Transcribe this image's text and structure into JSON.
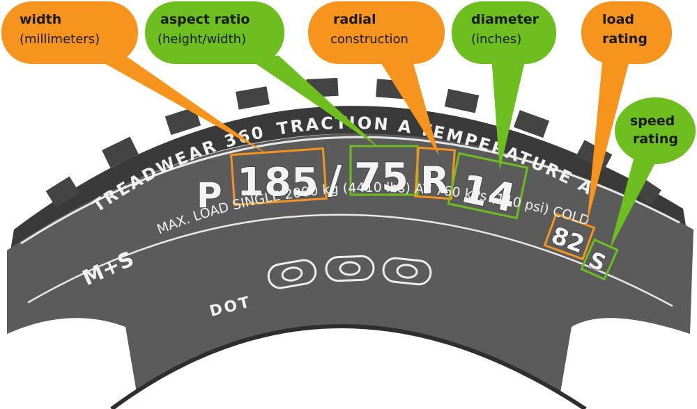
{
  "callouts": {
    "width": {
      "title": "width",
      "sub": "(millimeters)",
      "color": "#f7941d"
    },
    "aspect": {
      "title": "aspect ratio",
      "sub": "(height/width)",
      "color": "#6cbf1f"
    },
    "radial": {
      "title": "radial",
      "sub": "construction",
      "color": "#f7941d"
    },
    "diameter": {
      "title": "diameter",
      "sub": "(inches)",
      "color": "#6cbf1f"
    },
    "load": {
      "title": "load",
      "sub": "rating",
      "color": "#f7941d"
    },
    "speed": {
      "title": "speed",
      "sub": "rating",
      "color": "#6cbf1f"
    }
  },
  "tire": {
    "treadwear": "TREADWEAR 360",
    "traction": "TRACTION A",
    "temperature": "TEMPERATURE A",
    "size_prefix": "P",
    "width": "185",
    "slash": "/",
    "aspect": "75",
    "construction": "R",
    "diameter": "14",
    "load_index": "82",
    "speed_symbol": "S",
    "ms": "M+S",
    "max_load": "MAX. LOAD SINGLE  2000  kg  (4410 lbs)  AT 760 kPs  (110 psi) COLD",
    "dot": "DOT"
  },
  "colors": {
    "orange": "#f7941d",
    "green": "#6cbf1f",
    "tire": "#5a5a5a",
    "tire_dark": "#3d3d3d"
  }
}
